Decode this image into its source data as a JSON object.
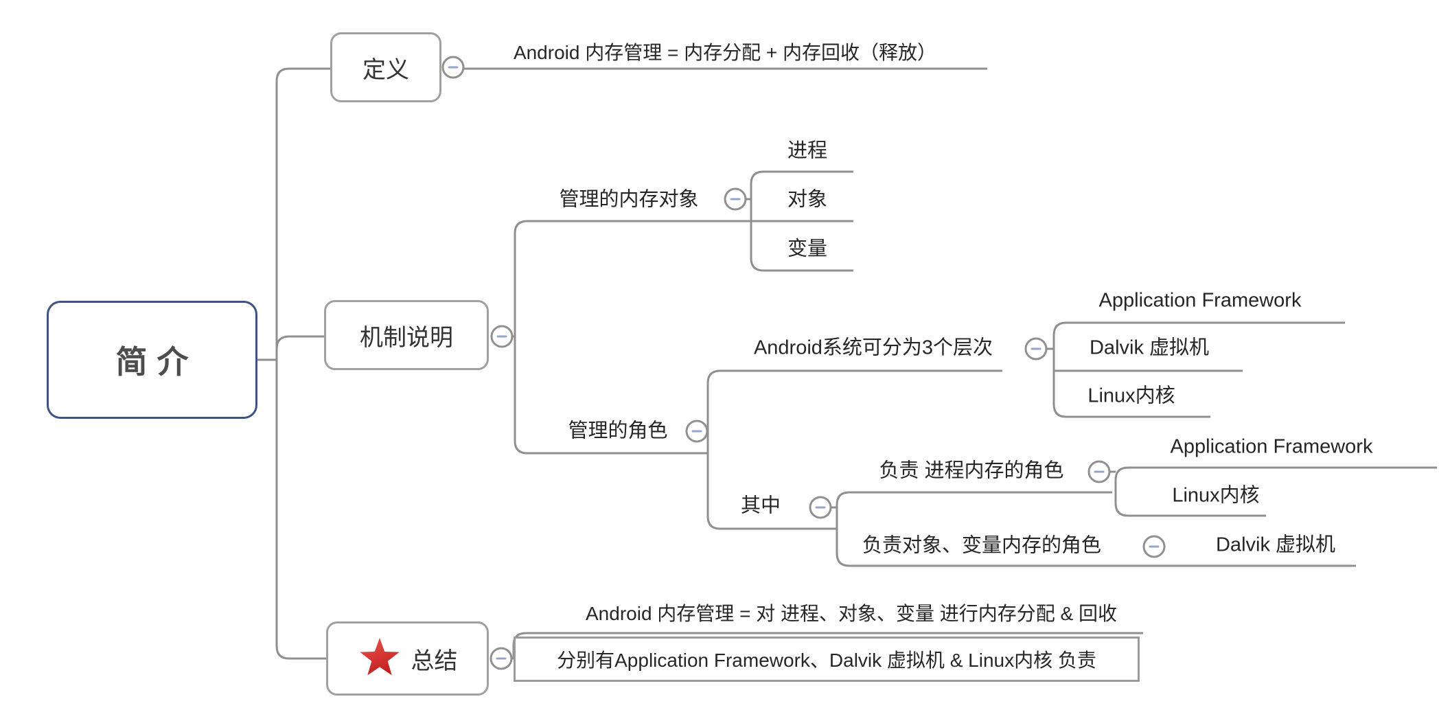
{
  "diagram": {
    "kind": "mind-map",
    "background": "#ffffff"
  },
  "colors": {
    "connector": "#8f8f8f",
    "box_border": "#a0a0a0",
    "root_border": "#3d5386",
    "text": "#262626",
    "root_text": "#4d4d4d",
    "collapse_circle_border": "#909090",
    "collapse_minus": "#96a5cc",
    "star_red_light": "#e8544e",
    "star_red_dark": "#c3221f"
  },
  "nodes": {
    "root": {
      "label": "简介"
    },
    "definition": {
      "label": "定义"
    },
    "definition_child": {
      "label": "Android 内存管理 = 内存分配 + 内存回收（释放）"
    },
    "mechanism": {
      "label": "机制说明"
    },
    "mem_objects": {
      "label": "管理的内存对象"
    },
    "process": {
      "label": "进程"
    },
    "object": {
      "label": "对象"
    },
    "variable": {
      "label": "变量"
    },
    "roles": {
      "label": "管理的角色"
    },
    "layers": {
      "label": "Android系统可分为3个层次"
    },
    "af1": {
      "label": "Application Framework"
    },
    "dalvik1": {
      "label": "Dalvik 虚拟机"
    },
    "linux1": {
      "label": "Linux内核"
    },
    "among": {
      "label": "其中"
    },
    "role_process": {
      "label": "负责 进程内存的角色"
    },
    "af2": {
      "label": "Application Framework"
    },
    "linux2": {
      "label": "Linux内核"
    },
    "role_objvar": {
      "label": "负责对象、变量内存的角色"
    },
    "dalvik2": {
      "label": "Dalvik 虚拟机"
    },
    "summary": {
      "label": "总结"
    },
    "summary_child1": {
      "label": "Android 内存管理 = 对 进程、对象、变量 进行内存分配 & 回收"
    },
    "summary_child2": {
      "label": "分别有Application Framework、Dalvik 虚拟机 & Linux内核 负责"
    }
  }
}
